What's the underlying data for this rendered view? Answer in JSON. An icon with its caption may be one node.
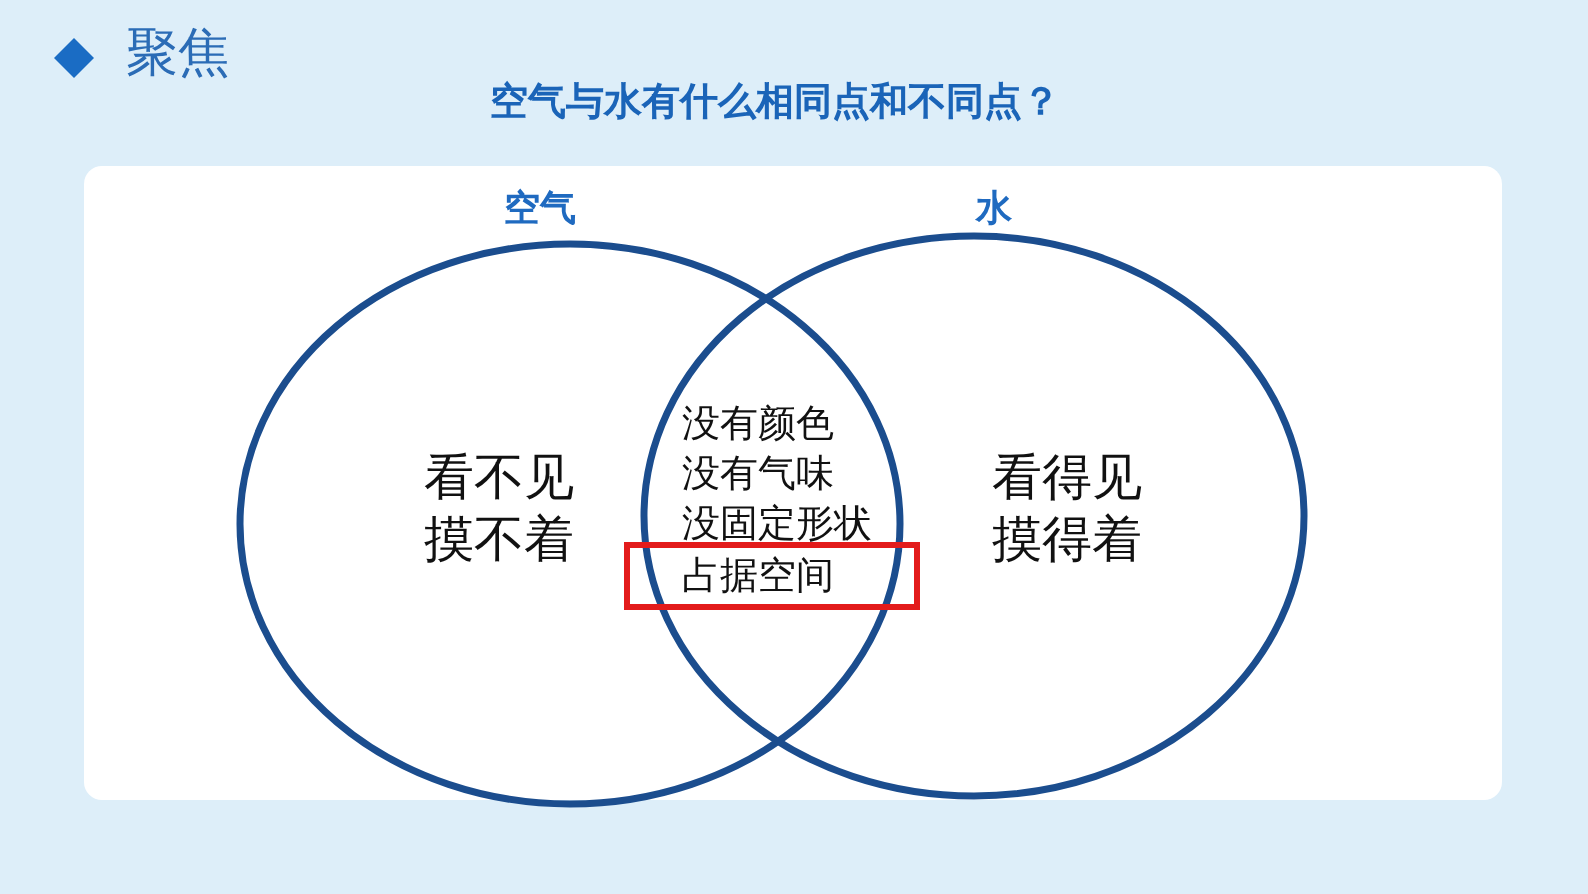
{
  "diagram": {
    "title": "空气与水有什么相同点和不同点？",
    "nodes": [
      {
        "text": [
          "空气",
          "看不见摸不着"
        ]
      },
      {
        "text": [
          "水",
          "看得见摸得着"
        ]
      },
      {
        "text": [
          "占据空间"
        ]
      }
    ],
    "labels": [
      "聚焦",
      "没有颜色",
      "没有气味",
      "没固定形状"
    ]
  }
}
